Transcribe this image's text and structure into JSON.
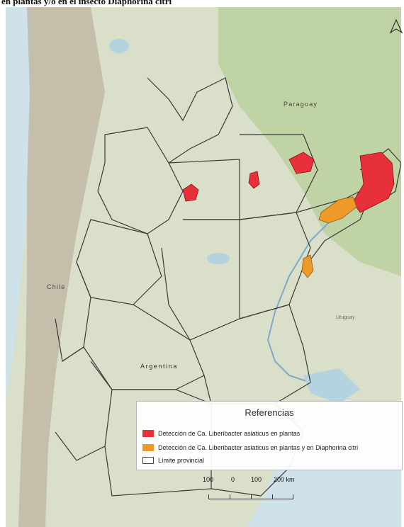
{
  "caption": "en plantas y/o en el insecto Diaphorina citri",
  "map": {
    "country_labels": {
      "paraguay": "Paraguay",
      "chile": "Chile",
      "argentina": "Argentina",
      "uruguay": "Uruguay"
    },
    "colors": {
      "ocean": "#cfe2ea",
      "land": "#d9dfc8",
      "andes": "#bfb8a6",
      "forest": "#b9cf9c",
      "border": "#3a3a3a",
      "red": "#e8303a",
      "orange": "#ee9a2a",
      "river": "#7fa8c8"
    }
  },
  "legend": {
    "title": "Referencias",
    "items": [
      {
        "label": "Detección de Ca. Liberibacter asiaticus en plantas",
        "color": "#e8303a"
      },
      {
        "label": "Detección de Ca. Liberibacter asiaticus en plantas y en Diaphorina citri",
        "color": "#ee9a2a"
      },
      {
        "label": "Límite provincial",
        "color": "#ffffff"
      }
    ]
  },
  "scalebar": {
    "labels": [
      "100",
      "0",
      "100",
      "200 km"
    ]
  },
  "north_arrow": {
    "icon": "north-arrow-icon"
  }
}
